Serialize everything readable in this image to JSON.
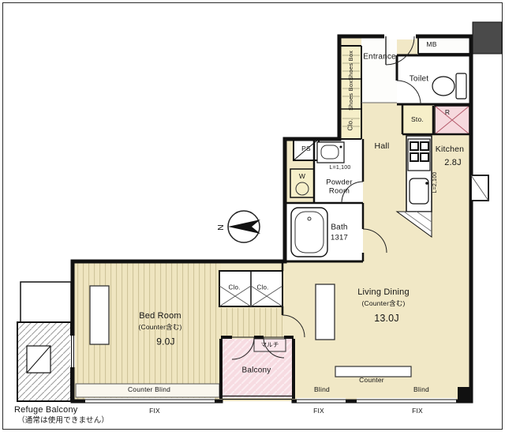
{
  "palette": {
    "wall": "#111111",
    "floor": "#f1e8c6",
    "floor_stripe": "#cfc49a",
    "accent_pink": "#f6d9de",
    "accent_yellow": "#f6efc9",
    "fixture_white": "#ffffff",
    "block_gray": "#4a4a4a"
  },
  "plan": {
    "upper": {
      "mb": "MB",
      "entrance": "Entrance",
      "shoes_box_1": "Shoes Box",
      "shoes_box_2": "Shoes Box",
      "clo": "Clo.",
      "toilet": "Toilet",
      "sto": "Sto.",
      "fridge": "R",
      "hall": "Hall"
    },
    "kitchen": {
      "name": "Kitchen",
      "size": "2.8J",
      "counter_height": "L=2,100"
    },
    "sanitary": {
      "ps": "PS",
      "washer": "W",
      "counter_height": "L=1,100",
      "powder_room": "Powder Room",
      "bath": "Bath",
      "bath_size": "1317"
    },
    "compass": {
      "north": "N"
    },
    "bedroom": {
      "name": "Bed Room",
      "note": "(Counter含む)",
      "size": "9.0J",
      "closet_1": "Clo.",
      "closet_2": "Clo."
    },
    "living": {
      "name": "Living Dining",
      "note": "(Counter含む)",
      "size": "13.0J",
      "counter": "Counter"
    },
    "balcony": {
      "name": "Balcony",
      "multi": "マルチ"
    },
    "openings": {
      "counter_blind": "Counter Blind",
      "blind_1": "Blind",
      "blind_2": "Blind",
      "fix_1": "FIX",
      "fix_2": "FIX",
      "fix_3": "FIX"
    },
    "refuge": {
      "name": "Refuge Balcony",
      "note": "（通常は使用できません）"
    }
  }
}
